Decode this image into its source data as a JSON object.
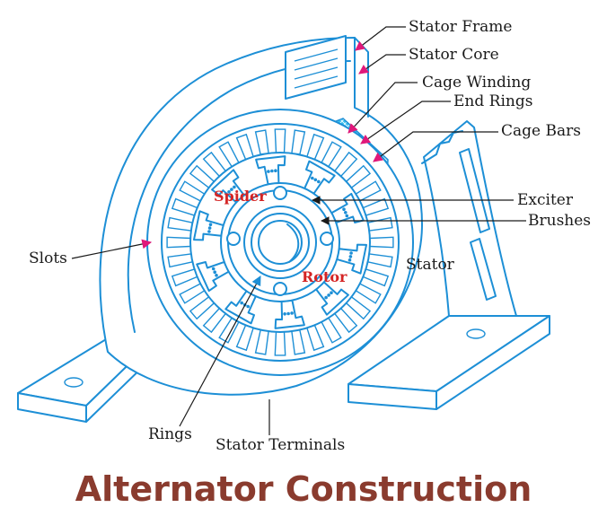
{
  "title": "Alternator Construction",
  "colors": {
    "line": "#1d8fd6",
    "title": "#8a3b2e",
    "red_label": "#d42424",
    "arrow_magenta": "#e0187a",
    "cage_fill": "#37c0ee"
  },
  "labels": {
    "stator_frame": "Stator Frame",
    "stator_core": "Stator Core",
    "cage_winding": "Cage Winding",
    "end_rings": "End Rings",
    "cage_bars": "Cage Bars",
    "exciter": "Exciter",
    "brushes": "Brushes",
    "slots": "Slots",
    "stator": "Stator",
    "spider": "Spider",
    "rotor": "Rotor",
    "rings": "Rings",
    "stator_terminals": "Stator Terminals"
  }
}
